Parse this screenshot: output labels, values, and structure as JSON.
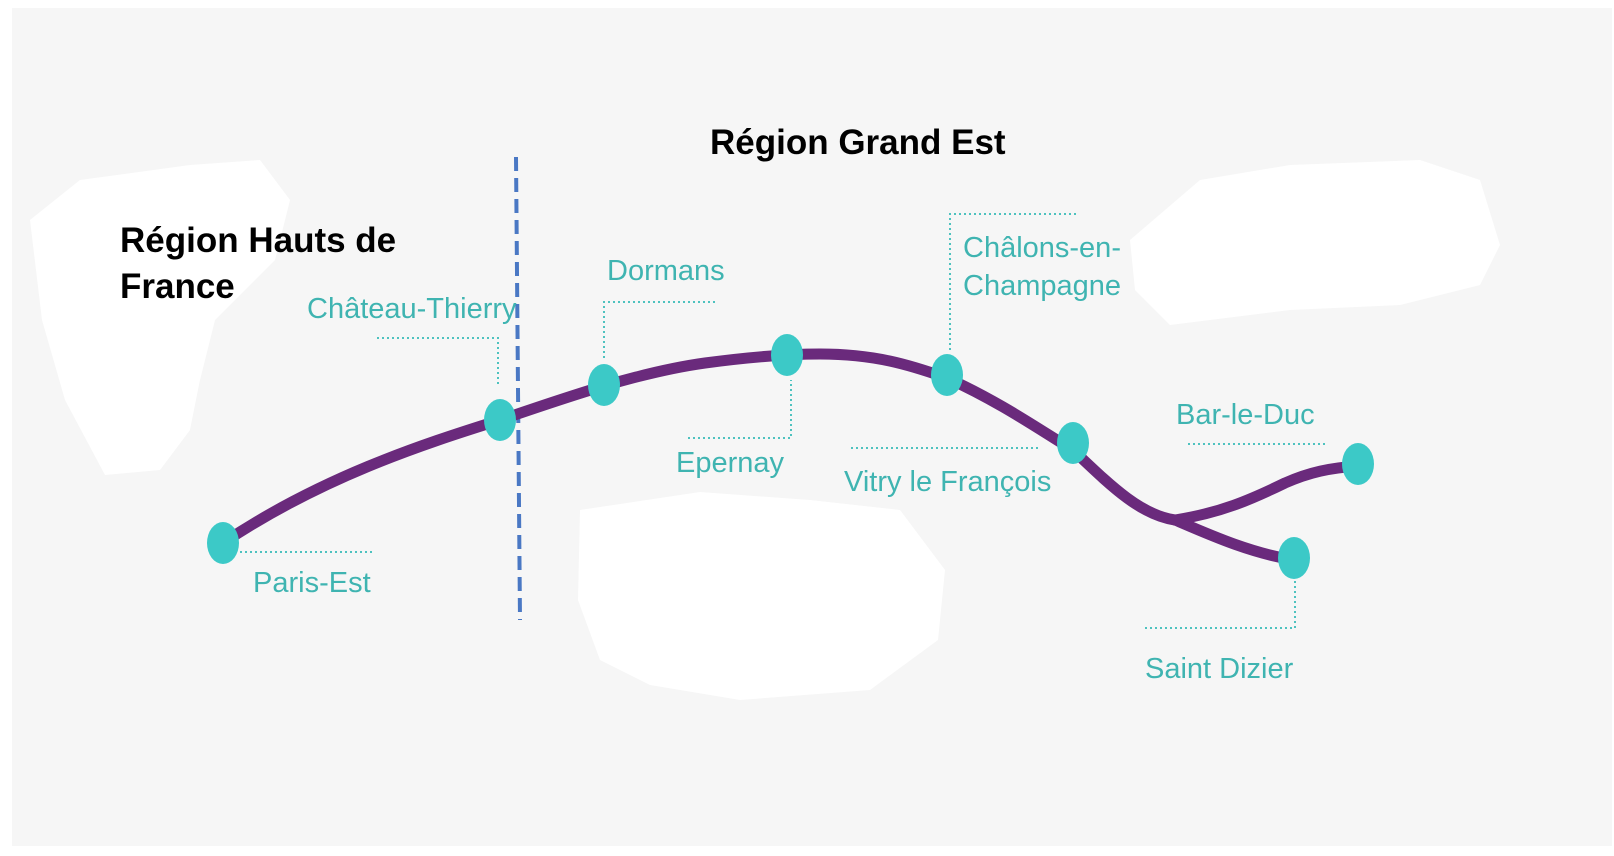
{
  "regions": {
    "grand_est": "Région Grand Est",
    "hauts_de_france": "Région Hauts de France"
  },
  "stations": {
    "paris_est": "Paris-Est",
    "chateau_thierry": "Château-Thierry",
    "dormans": "Dormans",
    "epernay": "Epernay",
    "chalons_line1": "Châlons-en-",
    "chalons_line2": "Champagne",
    "vitry": "Vitry le François",
    "bar_le_duc": "Bar-le-Duc",
    "saint_dizier": "Saint Dizier"
  },
  "colors": {
    "route": "#6a2a7c",
    "station": "#3cc9c7",
    "label": "#3fb4b1",
    "leader": "#4ec2bf",
    "boundary": "#4a78c4",
    "background": "#f6f6f6",
    "patch": "#ffffff"
  }
}
